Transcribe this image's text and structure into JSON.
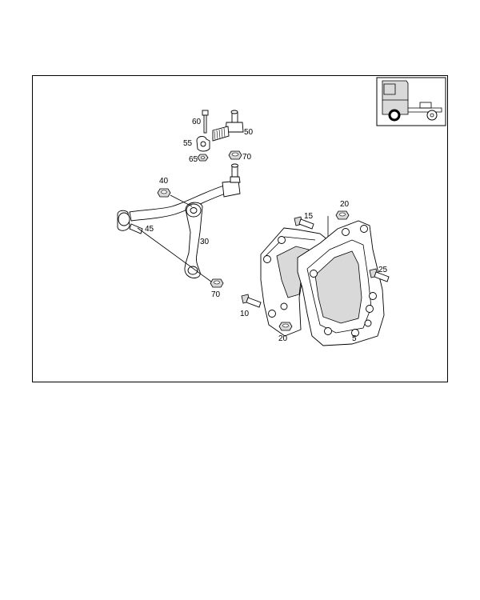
{
  "callouts": {
    "c60": "60",
    "c50": "50",
    "c55": "55",
    "c70a": "70",
    "c65": "65",
    "c40": "40",
    "c45": "45",
    "c30": "30",
    "c70b": "70",
    "c20a": "20",
    "c15": "15",
    "c25": "25",
    "c10": "10",
    "c20b": "20",
    "c5": "5"
  },
  "colors": {
    "line": "#000000",
    "shade": "#d9d9d9",
    "background": "#ffffff"
  },
  "thumbnail": {
    "icon": "truck-cab-icon",
    "highlight": "front-axle-wheel"
  }
}
